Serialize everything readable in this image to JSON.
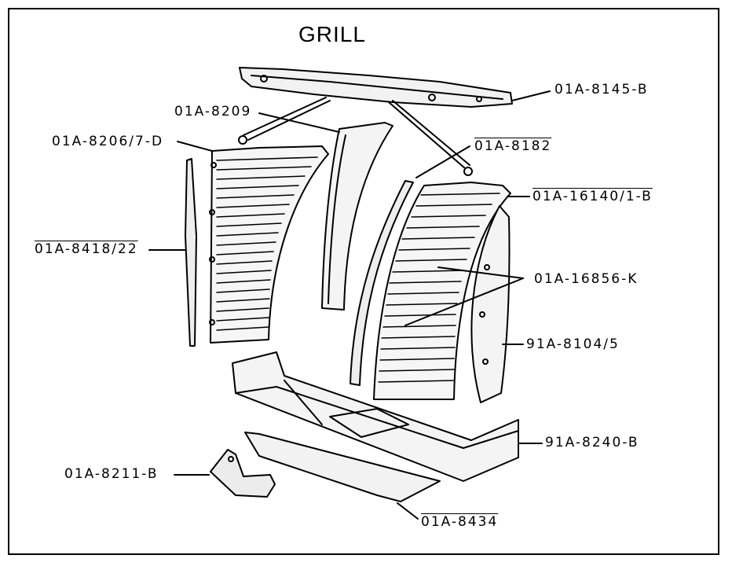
{
  "title": "GRILL",
  "parts": {
    "p8145": "01A-8145-B",
    "p8209": "01A-8209",
    "p8206": "01A-8206/7-D",
    "p8182": "01A-8182",
    "p16140": "01A-16140/1-B",
    "p8418": "01A-8418/22",
    "p16856": "01A-16856-K",
    "p8104": "91A-8104/5",
    "p8240": "91A-8240-B",
    "p8211": "01A-8211-B",
    "p8434": "01A-8434"
  },
  "colors": {
    "line": "#000000",
    "background": "#ffffff"
  }
}
